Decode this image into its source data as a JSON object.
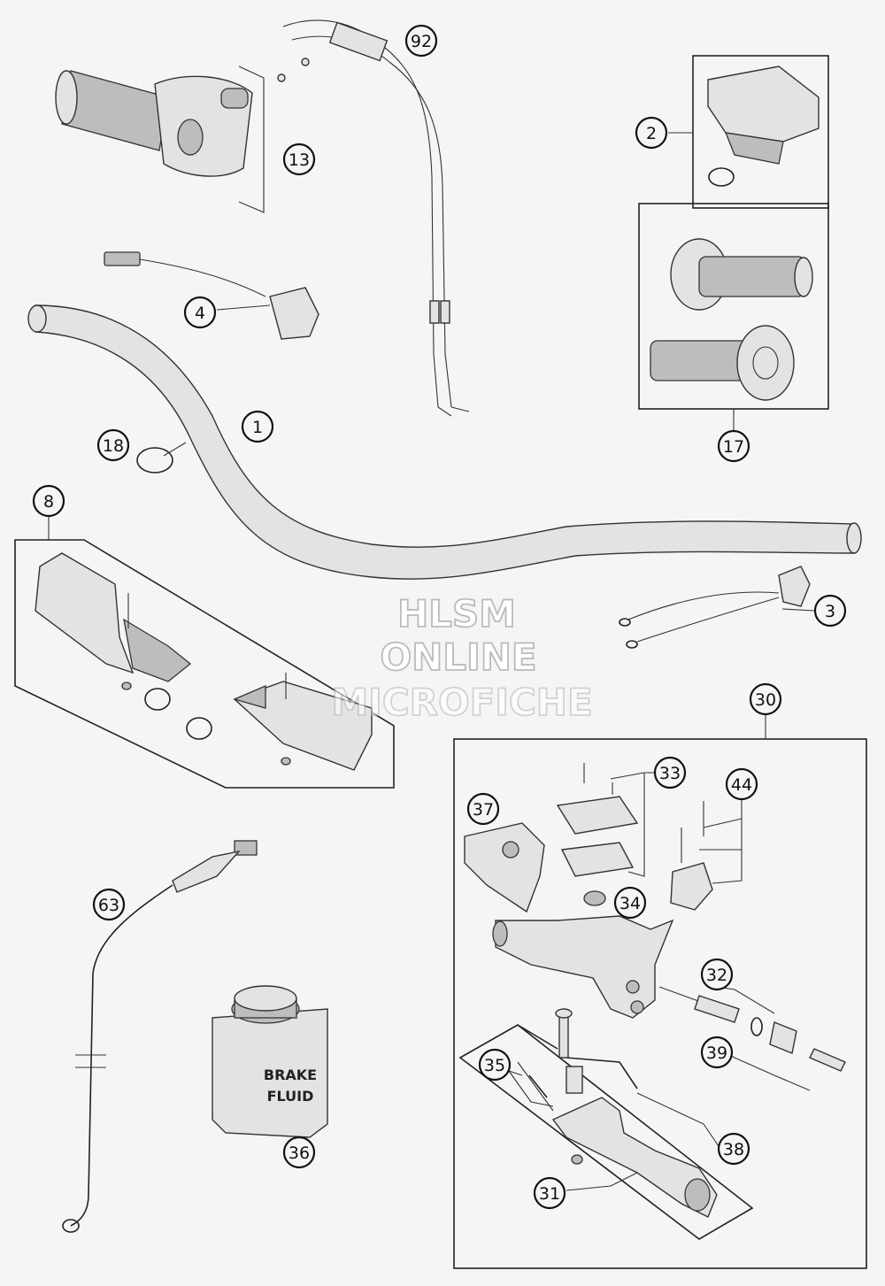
{
  "diagram": {
    "callouts": {
      "c1": "1",
      "c2": "2",
      "c3": "3",
      "c4": "4",
      "c8": "8",
      "c13": "13",
      "c17": "17",
      "c18": "18",
      "c30": "30",
      "c31": "31",
      "c32": "32",
      "c33": "33",
      "c34": "34",
      "c35": "35",
      "c36": "36",
      "c37": "37",
      "c38": "38",
      "c39": "39",
      "c44": "44",
      "c63": "63",
      "c92": "92"
    },
    "can_label": {
      "line1": "BRAKE",
      "line2": "FLUID"
    },
    "watermark": {
      "line1": "HLSM",
      "line2": "ONLINE",
      "line3": "MICROFICHE"
    }
  }
}
